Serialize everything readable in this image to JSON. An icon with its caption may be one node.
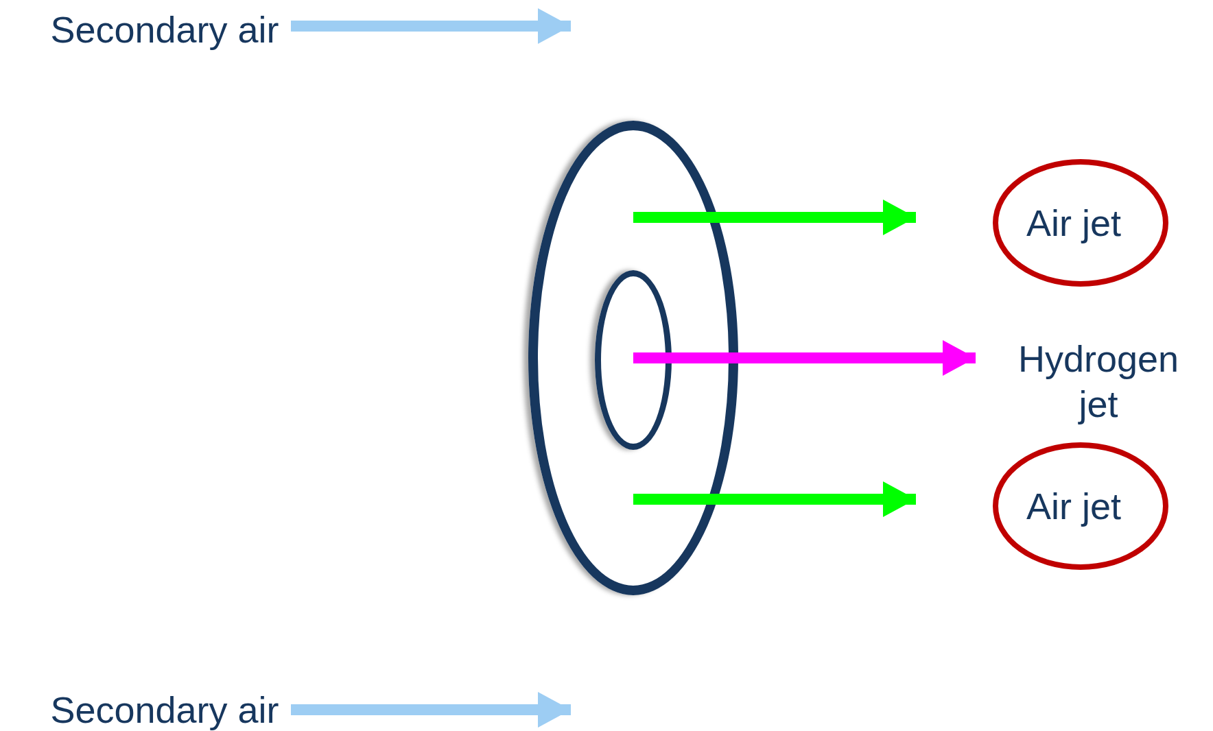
{
  "diagram": {
    "nodes": [
      {
        "text": [
          "Secondary air"
        ]
      },
      {
        "text": [
          "Secondary air"
        ]
      },
      {
        "text": [],
        "shape": "ellipse"
      },
      {
        "text": [],
        "shape": "ellipse",
        "in": 2
      },
      {
        "text": [
          "Air jet"
        ]
      },
      {
        "text": [
          "Hydrogen jet"
        ]
      },
      {
        "text": [
          "Air jet"
        ]
      }
    ],
    "edges": [
      {
        "from": 0,
        "to": null,
        "arrow": "to",
        "color": "#9dcdf3"
      },
      {
        "from": 1,
        "to": null,
        "arrow": "to",
        "color": "#9dcdf3"
      },
      {
        "from": null,
        "to": 4,
        "arrow": "to",
        "color": "#00ff00"
      },
      {
        "from": 3,
        "to": 5,
        "arrow": "to",
        "color": "#ff00ff"
      },
      {
        "from": null,
        "to": 6,
        "arrow": "to",
        "color": "#00ff00"
      }
    ]
  }
}
